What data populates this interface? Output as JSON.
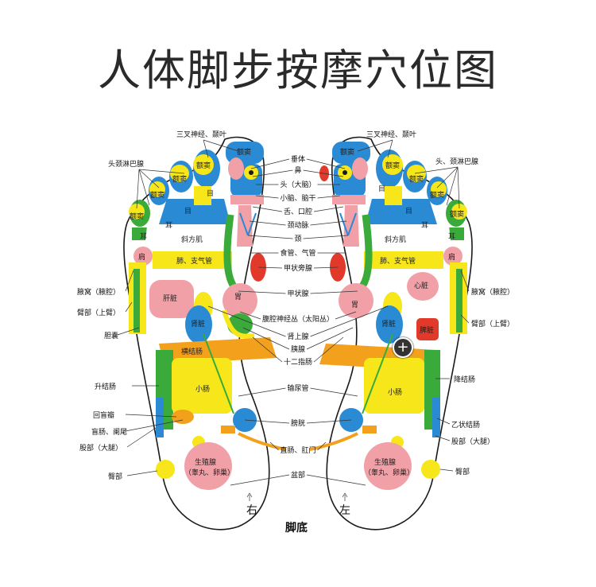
{
  "title": "人体脚步按摩穴位图",
  "bottom_label": "脚底",
  "right_foot_label": "右",
  "left_foot_label": "左",
  "center_labels": [
    "垂体",
    "鼻",
    "头（大脑）",
    "小脑、脑干",
    "舌、口腔",
    "颈动脉",
    "颈",
    "食管、气管",
    "甲状旁腺",
    "甲状腺",
    "腹腔神经丛（太阳丛）",
    "肾上腺",
    "胰腺",
    "十二指肠",
    "输尿管",
    "膀胱",
    "直肠、肛门",
    "盆部"
  ],
  "left_side_labels": {
    "trigeminal": "三叉神经、颞叶",
    "head_neck_lymph": "头颈淋巴腺",
    "axilla": "腋窝（腋腔）",
    "upper_arm": "臂部（上臂）",
    "gallbladder": "胆囊",
    "ascending_colon": "升结肠",
    "ileocecal_valve": "回盲瓣",
    "cecum_appendix": "盲肠、阑尾",
    "thigh": "股部（大腿）",
    "hip": "臀部"
  },
  "right_side_labels": {
    "trigeminal": "三叉神经、颞叶",
    "head_neck_lymph": "头、颈淋巴腺",
    "axilla": "腋窝（腋腔）",
    "upper_arm": "臂部（上臂）",
    "descending_colon": "降结肠",
    "sigmoid_colon": "乙状结肠",
    "thigh": "股部（大腿）",
    "hip": "臀部"
  },
  "zones": {
    "sinus": "额窦",
    "eye": "目",
    "ear": "耳",
    "trapezius": "斜方肌",
    "shoulder": "肩",
    "lung_bronchi": "肺、支气管",
    "liver": "肝脏",
    "kidney": "肾脏",
    "stomach": "胃",
    "heart": "心脏",
    "spleen": "脾脏",
    "transverse_colon": "横结肠",
    "small_intestine": "小肠",
    "reproductive": "生殖腺",
    "reproductive_sub": "（睾丸、卵巢）"
  },
  "colors": {
    "yellow": "#f6e61a",
    "green": "#3aab3a",
    "blue": "#2a8ad4",
    "pink": "#f2a0a8",
    "red": "#e23a2a",
    "orange": "#f3a11c",
    "outline": "#1a1a1a"
  },
  "zoom_button": "+"
}
